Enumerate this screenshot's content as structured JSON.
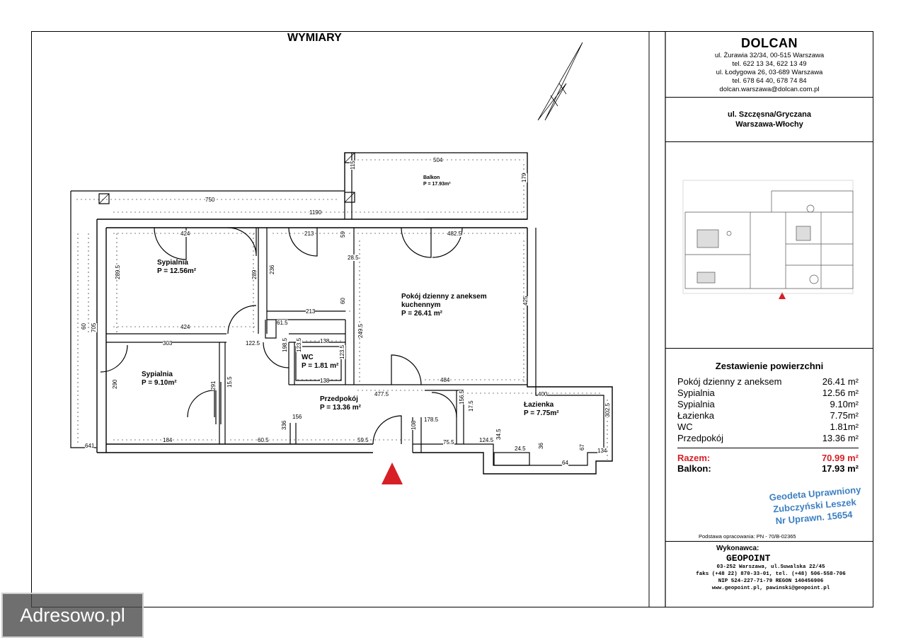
{
  "plan": {
    "title": "WYMIARY",
    "rooms": [
      {
        "name": "Sypialnia",
        "area": "P = 12.56m²"
      },
      {
        "name": "Pokój dzienny z aneksem",
        "name2": "kuchennym",
        "area": "P = 26.41 m²"
      },
      {
        "name": "Sypialnia",
        "area": "P = 9.10m²"
      },
      {
        "name": "WC",
        "area": "P = 1.81 m²"
      },
      {
        "name": "Przedpokój",
        "area": "P = 13.36 m²"
      },
      {
        "name": "Łazienka",
        "area": "P = 7.75m²"
      },
      {
        "name": "Balkon",
        "area": "P = 17.93m²"
      }
    ],
    "dimensions": [
      "504",
      "115",
      "179",
      "750",
      "1190",
      "424",
      "213",
      "482.5",
      "59",
      "28.5",
      "289.5",
      "289",
      "236",
      "60",
      "213",
      "425",
      "424",
      "61.5",
      "138",
      "249.5",
      "303",
      "122.5",
      "198.5",
      "123.5",
      "123.5",
      "138",
      "484",
      "477.5",
      "400",
      "290",
      "291",
      "15.5",
      "156",
      "156.5",
      "17.5",
      "178.5",
      "302.5",
      "184",
      "60.5",
      "336",
      "59.5",
      "108",
      "75.5",
      "124.5",
      "24.5",
      "34.5",
      "36",
      "67",
      "134",
      "64",
      "641",
      "705",
      "60"
    ]
  },
  "company": {
    "name": "DOLCAN",
    "lines": [
      "ul. Żurawia 32/34, 00-515 Warszawa",
      "tel. 622 13 34, 622 13 49",
      "ul. Łodygowa 26, 03-689 Warszawa",
      "tel. 678 64 40, 678 74 84",
      "dolcan.warszawa@dolcan.com.pl"
    ]
  },
  "location": {
    "line1": "ul. Szczęsna/Gryczana",
    "line2": "Warszawa-Włochy"
  },
  "summary": {
    "title": "Zestawienie powierzchni",
    "rows": [
      {
        "label": "Pokój dzienny z aneksem",
        "value": "26.41 m²"
      },
      {
        "label": "Sypialnia",
        "value": "12.56 m²"
      },
      {
        "label": "Sypialnia",
        "value": "9.10m²"
      },
      {
        "label": "Łazienka",
        "value": "7.75m²"
      },
      {
        "label": "WC",
        "value": "1.81m²"
      },
      {
        "label": "Przedpokój",
        "value": "13.36 m²"
      }
    ],
    "total_label": "Razem:",
    "total_value": "70.99 m²",
    "balcony_label": "Balkon:",
    "balcony_value": "17.93 m²"
  },
  "stamp": [
    "Geodeta Uprawniony",
    "Zubczyński Leszek",
    "Nr Uprawn. 15654"
  ],
  "basis": "Podstawa opracowania: PN - 70/B-02365",
  "contractor": {
    "label": "Wykonawca:",
    "name": "GEOPOINT",
    "lines": [
      "03-252 Warszawa, ul.Suwalska 22/45",
      "faks (+48 22) 870-33-01, tel. (+48) 506-558-706",
      "NIP 524-227-71-79    REGON 140456906",
      "www.geopoint.pl,   pawinski@geopoint.pl"
    ]
  },
  "watermark": "Adresowo.pl",
  "colors": {
    "accent_red": "#d71f26",
    "stamp_blue": "#3c7fc0"
  }
}
